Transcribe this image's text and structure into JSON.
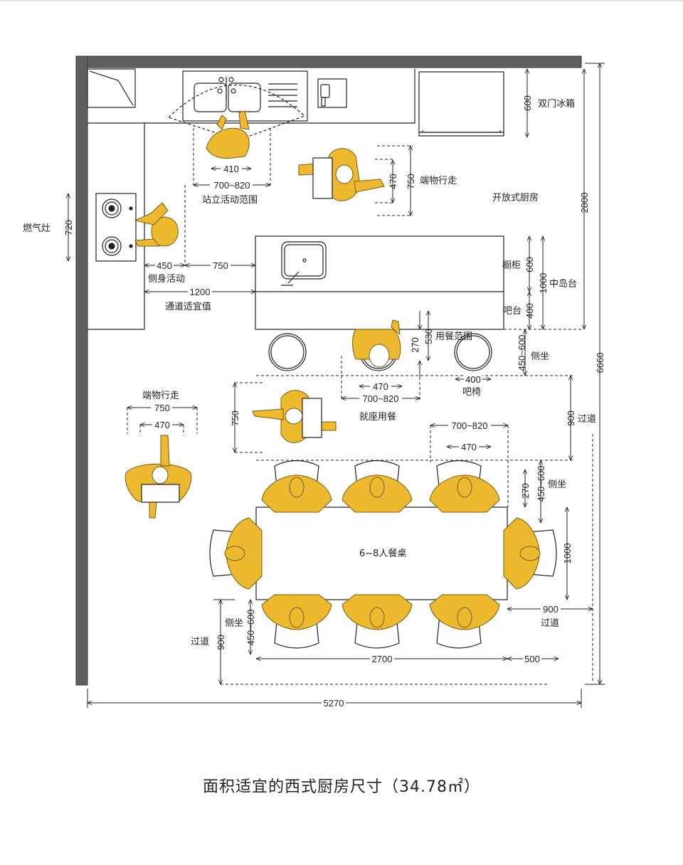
{
  "caption": {
    "text": "面积适宜的西式厨房尺寸（34.78㎡）"
  },
  "colors": {
    "figure_fill": "#EDB92E",
    "figure_stroke": "#7a5a10",
    "wall": "#5f5f5f",
    "line": "#222222"
  },
  "zones": {
    "fridge": "双门冰箱",
    "open_kitchen": "开放式厨房",
    "stove": "燃气灶",
    "island": "中岛台",
    "cabinet": "橱柜",
    "bar": "吧台",
    "bar_stool": "吧椅",
    "dining_table": "6~8人餐桌"
  },
  "annotations": {
    "standing_range": "站立活动范围",
    "carry_walk_top": "端物行走",
    "carry_walk_left": "端物行走",
    "side_activity": "侧身活动",
    "aisle_suitable": "通道适宜值",
    "dining_range": "用餐范围",
    "seated_dining": "就座用餐",
    "side_sit_1": "侧坐",
    "side_sit_2": "侧坐",
    "side_sit_3": "侧坐",
    "aisle_1": "过道",
    "aisle_2": "过道",
    "aisle_3": "过道"
  },
  "dimensions": {
    "sink_person_410": "410",
    "sink_range_700_820": "700~820",
    "fridge_depth_600": "600",
    "total_depth_2800": "2800",
    "total_height_6660": "6660",
    "carry_470_top": "470",
    "carry_750_top": "750",
    "stove_720": "720",
    "side_450": "450",
    "walk_750": "750",
    "aisle_1200": "1200",
    "cabinet_600": "600",
    "bar_400": "400",
    "island_1000": "1000",
    "dine_270_top": "270",
    "dine_530": "530",
    "side_450_600_top": "450~600",
    "bar_person_470": "470",
    "bar_range_700_820": "700~820",
    "stool_400": "400",
    "seated_750": "750",
    "aisle_900_right": "900",
    "carry_left_750": "750",
    "carry_left_470": "470",
    "table_range_700_820": "700~820",
    "table_person_470": "470",
    "table_270": "270",
    "table_side_450_600": "450~600",
    "table_depth_1000": "1000",
    "right_aisle_900": "900",
    "bottom_side_450_600": "450~600",
    "bottom_aisle_900": "900",
    "table_len_2700": "2700",
    "end_500": "500",
    "total_width_5270": "5270"
  }
}
